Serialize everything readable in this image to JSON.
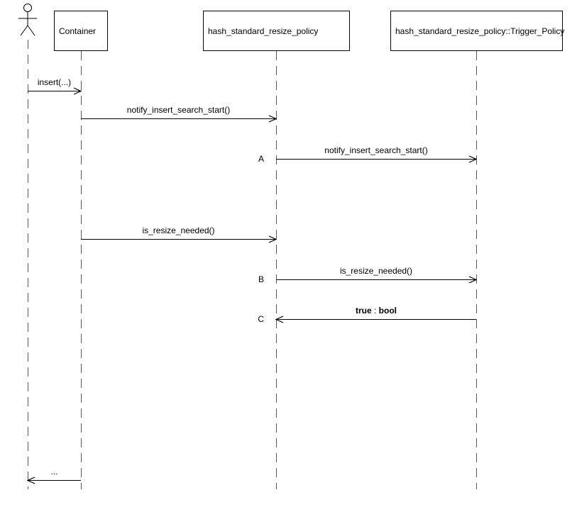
{
  "diagram": {
    "type": "uml-sequence",
    "colors": {
      "background": "#ffffff",
      "line": "#000000",
      "lifeline": "#595959",
      "box_fill": "#ffffff"
    },
    "actor": {
      "name": "actor",
      "icon": "stick-figure"
    },
    "participants": [
      {
        "id": "container",
        "label": "Container"
      },
      {
        "id": "policy",
        "label": "hash_standard_resize_policy"
      },
      {
        "id": "trigger-policy",
        "label": "hash_standard_resize_policy::Trigger_Policy"
      }
    ],
    "messages": [
      {
        "label": "insert(...)",
        "from": "actor",
        "to": "Container",
        "kind": "call",
        "direction": "right"
      },
      {
        "label": "notify_insert_search_start()",
        "from": "Container",
        "to": "hash_standard_resize_policy",
        "kind": "call",
        "direction": "right"
      },
      {
        "seq": "A",
        "label": "notify_insert_search_start()",
        "from": "hash_standard_resize_policy",
        "to": "hash_standard_resize_policy::Trigger_Policy",
        "kind": "call",
        "direction": "right"
      },
      {
        "label": "is_resize_needed()",
        "from": "Container",
        "to": "hash_standard_resize_policy",
        "kind": "call",
        "direction": "right"
      },
      {
        "seq": "B",
        "label": "is_resize_needed()",
        "from": "hash_standard_resize_policy",
        "to": "hash_standard_resize_policy::Trigger_Policy",
        "kind": "call",
        "direction": "right"
      },
      {
        "seq": "C",
        "value": "true",
        "separator": " : ",
        "type": "bool",
        "from": "hash_standard_resize_policy::Trigger_Policy",
        "to": "hash_standard_resize_policy",
        "kind": "return",
        "direction": "left"
      },
      {
        "label": "...",
        "from": "Container",
        "to": "actor",
        "kind": "return",
        "direction": "left"
      }
    ]
  }
}
